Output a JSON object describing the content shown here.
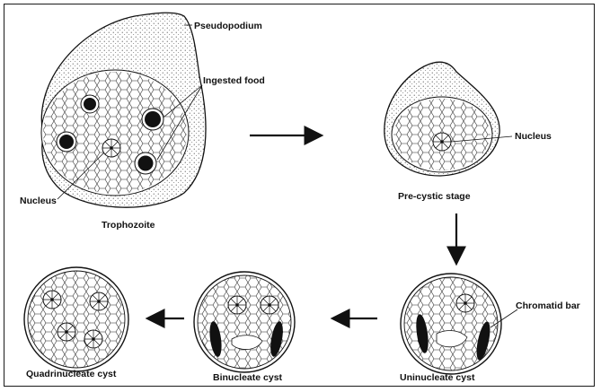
{
  "diagram": {
    "labels": {
      "pseudopodium": "Pseudopodium",
      "ingested_food": "Ingested food",
      "nucleus_trophozoite": "Nucleus",
      "trophozoite": "Trophozoite",
      "nucleus_precystic": "Nucleus",
      "precystic": "Pre-cystic stage",
      "chromatid_bar": "Chromatid bar",
      "uninucleate": "Uninucleate cyst",
      "binucleate": "Binucleate cyst",
      "quadrinucleate": "Quadrinucleate cyst"
    },
    "colors": {
      "ink": "#111111",
      "background": "#ffffff",
      "frame": "#1a1a1a"
    }
  }
}
